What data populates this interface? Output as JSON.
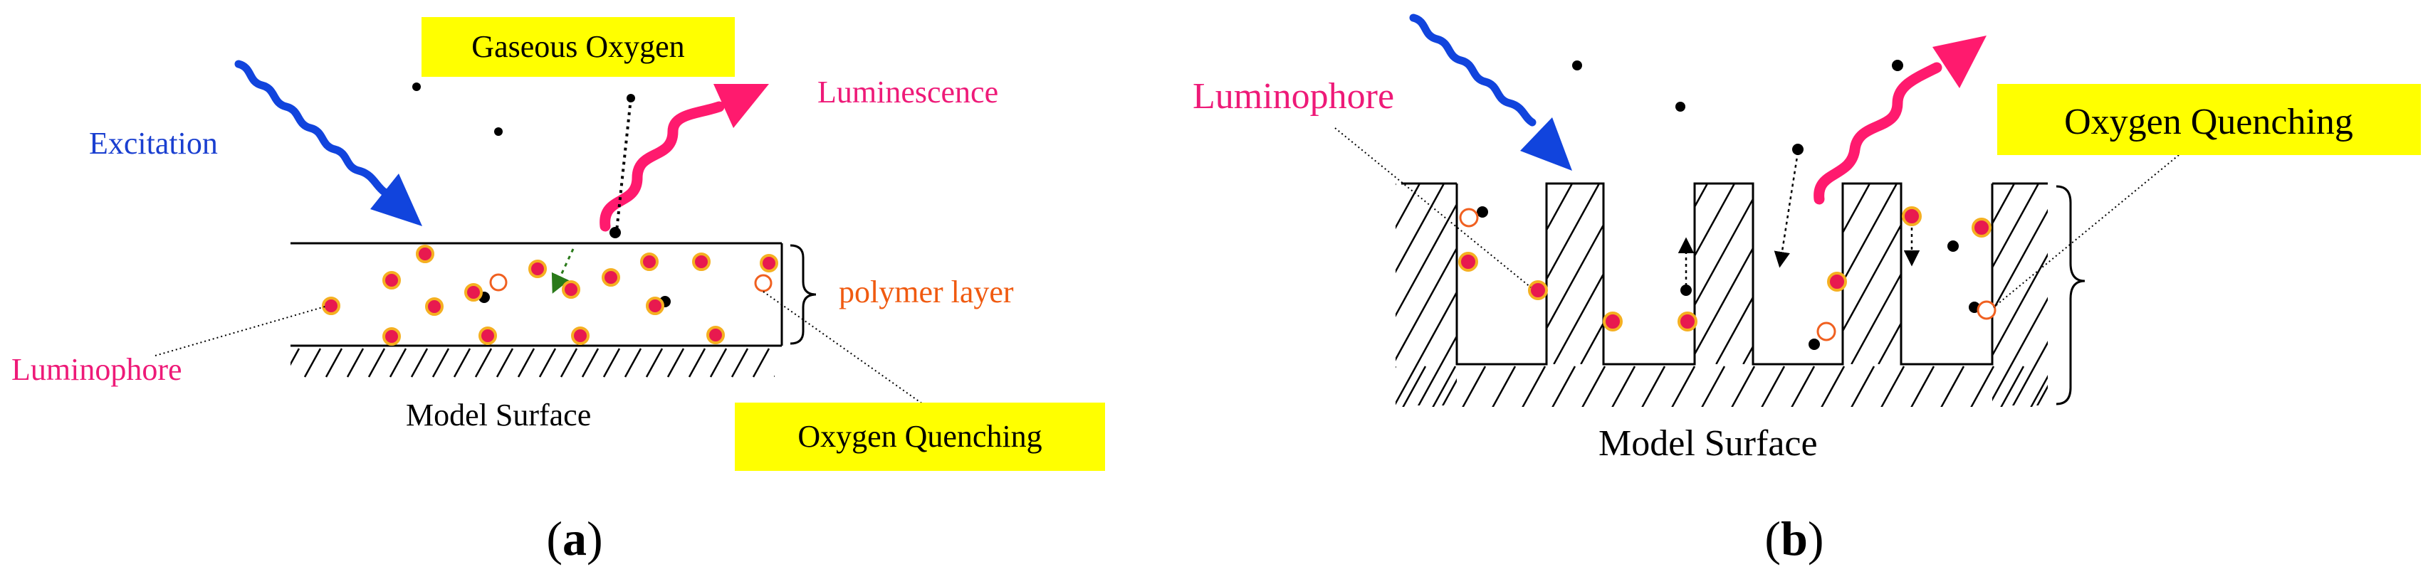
{
  "panel_a": {
    "excitation": "Excitation",
    "gaseous_oxygen": "Gaseous Oxygen",
    "luminescence": "Luminescence",
    "polymer_layer": "polymer layer",
    "luminophore": "Luminophore",
    "model_surface": "Model Surface",
    "oxygen_quenching": "Oxygen Quenching",
    "caption_open": "(",
    "caption_letter": "a",
    "caption_close": ")"
  },
  "panel_b": {
    "luminophore": "Luminophore",
    "oxygen_quenching": "Oxygen Quenching",
    "model_surface": "Model Surface",
    "caption_open": "(",
    "caption_letter": "b",
    "caption_close": ")"
  },
  "colors": {
    "excitation_arrow": "#1144dd",
    "luminescence_arrow": "#ff1a6e",
    "luminophore_fill": "#e8194f",
    "luminophore_ring": "#f5b021",
    "quencher_ring": "#f06020",
    "label_highlight": "#ffff00",
    "label_pink": "#ee1a78",
    "label_blue": "#1a3fd0",
    "label_orange": "#f05a10",
    "oxygen": "#000000",
    "dashed_arrow": "#2a7a1a"
  },
  "icons": [
    "wavy-arrow-icon",
    "luminophore-dot-icon",
    "oxygen-molecule-icon",
    "quenched-luminophore-icon"
  ]
}
